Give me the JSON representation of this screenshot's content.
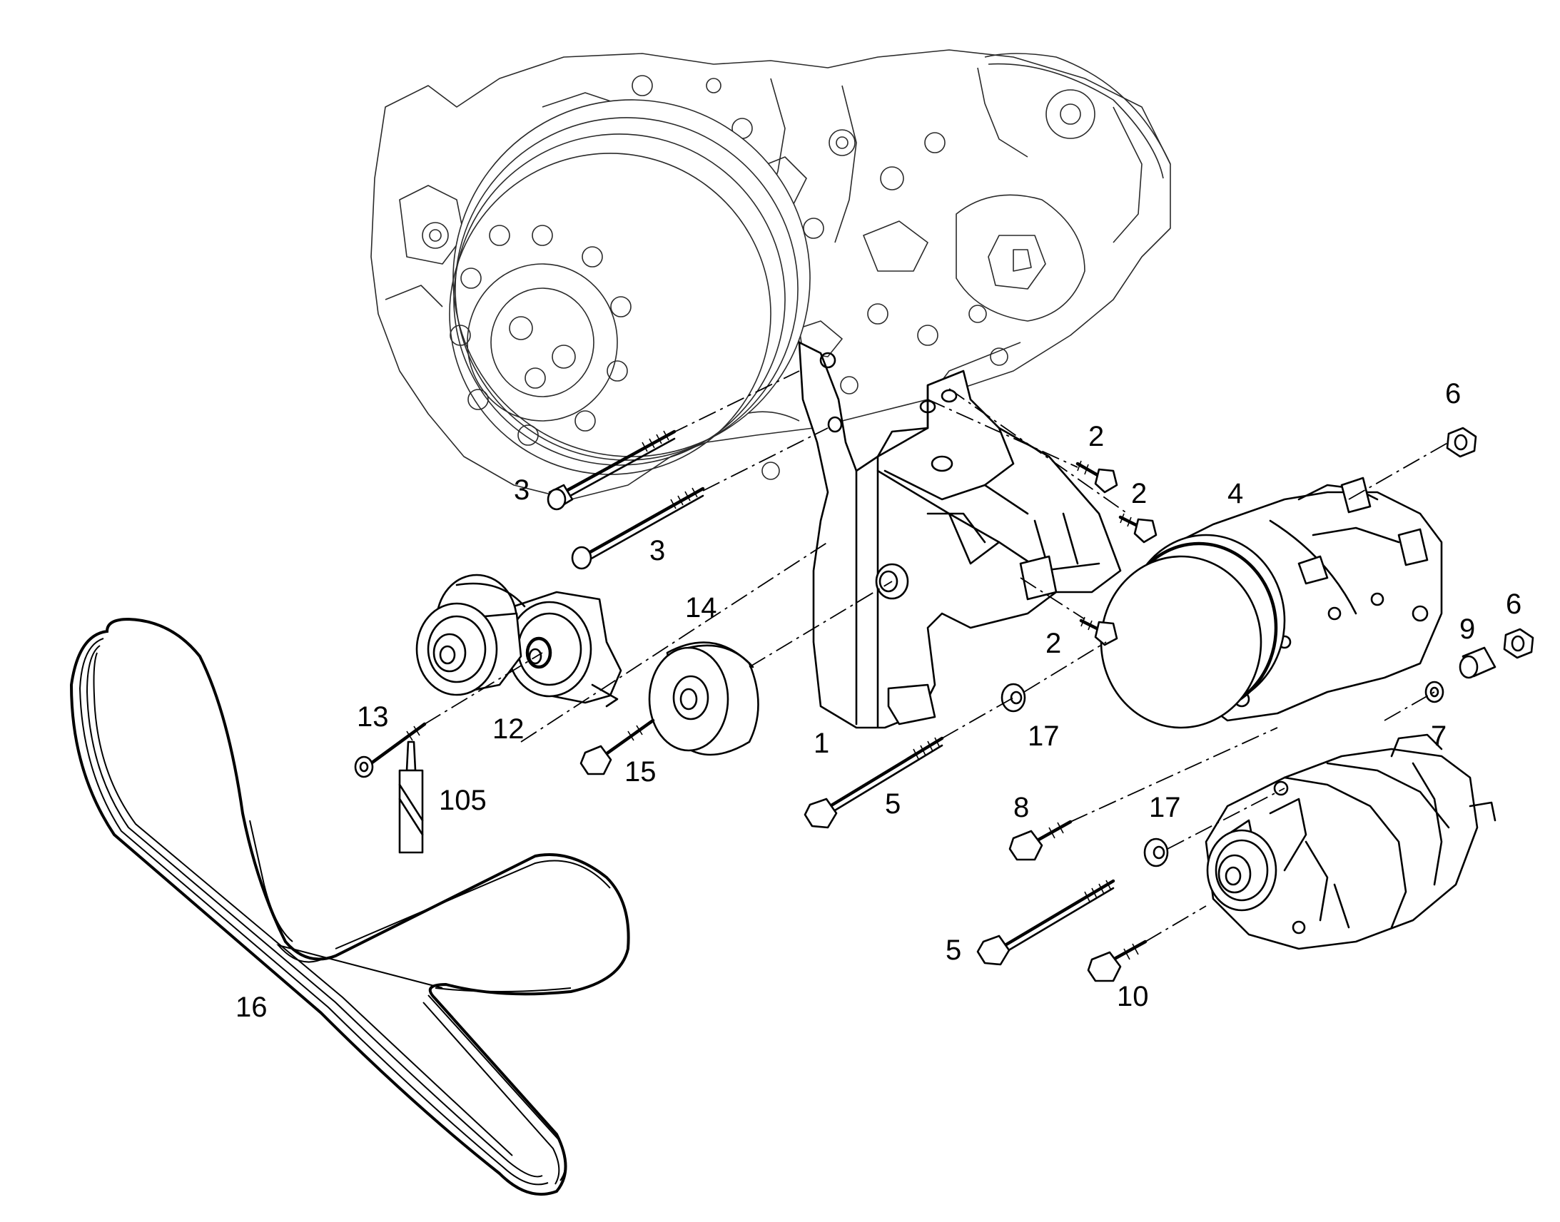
{
  "labels": {
    "l1": "1",
    "l2a": "2",
    "l2b": "2",
    "l2c": "2",
    "l3a": "3",
    "l3b": "3",
    "l4": "4",
    "l5a": "5",
    "l5b": "5",
    "l6a": "6",
    "l6b": "6",
    "l7": "7",
    "l8": "8",
    "l9": "9",
    "l10": "10",
    "l12": "12",
    "l13": "13",
    "l14": "14",
    "l15": "15",
    "l16": "16",
    "l17a": "17",
    "l17b": "17",
    "l105": "105"
  },
  "colors": {
    "ink": "#000000",
    "background": "#ffffff"
  }
}
